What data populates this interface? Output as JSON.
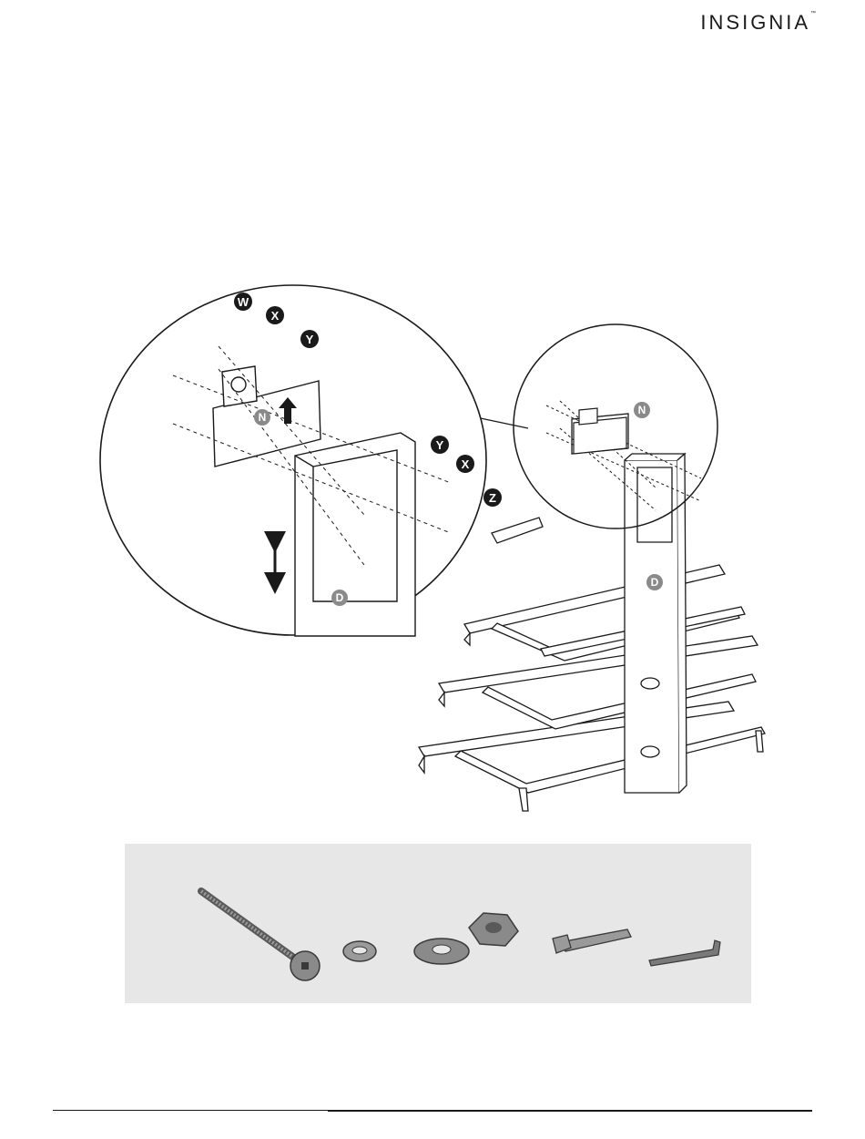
{
  "header": {
    "brand": "INSIGNIA",
    "trademark": "™"
  },
  "diagram": {
    "callouts": {
      "w": "W",
      "x_top": "X",
      "y_top": "Y",
      "y_right": "Y",
      "x_right": "X",
      "z": "Z"
    },
    "parts": {
      "bracket_zoom": "N",
      "upright_zoom": "D",
      "bracket_main": "N",
      "upright_main": "D"
    }
  },
  "hardware_icons": [
    "bolt-icon",
    "lock-washer-icon",
    "flat-washer-icon",
    "hex-nut-icon",
    "wrench-icon",
    "allen-key-icon"
  ]
}
